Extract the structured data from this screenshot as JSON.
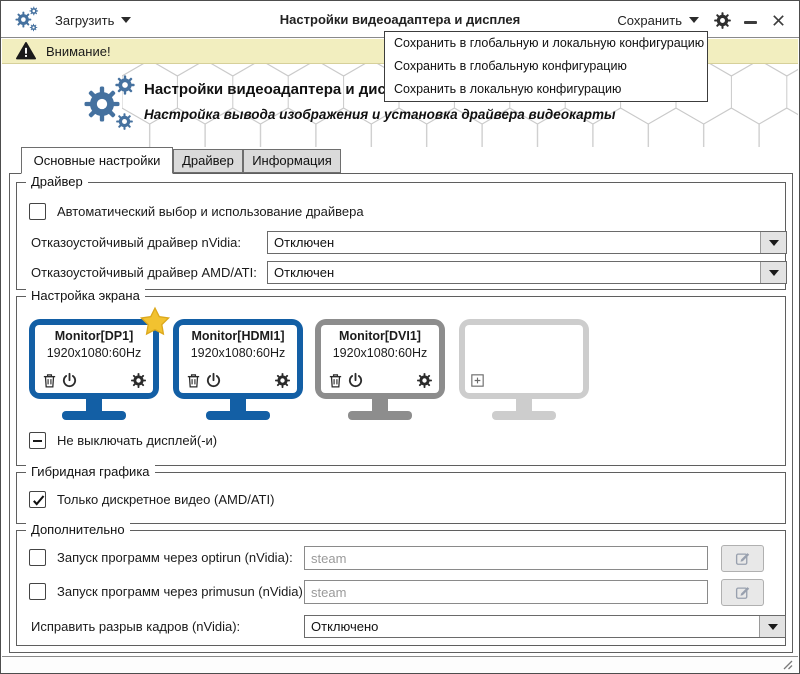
{
  "window": {
    "title": "Настройки видеоадаптера и дисплея"
  },
  "titlebar": {
    "load_label": "Загрузить",
    "save_label": "Сохранить"
  },
  "save_menu": {
    "items": [
      "Сохранить в глобальную и локальную конфигурацию",
      "Сохранить в глобальную конфигурацию",
      "Сохранить в локальную конфигурацию"
    ]
  },
  "banner": {
    "text": "Внимание!"
  },
  "header": {
    "title": "Настройки видеоадаптера и дисплея",
    "subtitle": "Настройка вывода изображения и установка драйвера видеокарты"
  },
  "tabs": [
    {
      "label": "Основные настройки",
      "active": true
    },
    {
      "label": "Драйвер",
      "active": false
    },
    {
      "label": "Информация",
      "active": false
    }
  ],
  "driver_group": {
    "legend": "Драйвер",
    "auto_checkbox_label": "Автоматический выбор и использование драйвера",
    "auto_checkbox_checked": false,
    "nvidia_label": "Отказоустойчивый драйвер nVidia:",
    "nvidia_value": "Отключен",
    "amd_label": "Отказоустойчивый драйвер AMD/ATI:",
    "amd_value": "Отключен"
  },
  "screen_group": {
    "legend": "Настройка экрана",
    "monitors": [
      {
        "name": "Monitor[DP1]",
        "resolution": "1920x1080:60Hz",
        "state": "active",
        "primary": true
      },
      {
        "name": "Monitor[HDMI1]",
        "resolution": "1920x1080:60Hz",
        "state": "active",
        "primary": false
      },
      {
        "name": "Monitor[DVI1]",
        "resolution": "1920x1080:60Hz",
        "state": "connected",
        "primary": false
      },
      {
        "name": "",
        "resolution": "",
        "state": "empty",
        "primary": false
      }
    ],
    "keep_on_label": "Не выключать дисплей(-и)",
    "keep_on_state": "indeterminate"
  },
  "hybrid_group": {
    "legend": "Гибридная графика",
    "discrete_label": "Только дискретное видео (AMD/ATI)",
    "discrete_checked": true
  },
  "extra_group": {
    "legend": "Дополнительно",
    "optirun_label": "Запуск программ через optirun (nVidia):",
    "optirun_placeholder": "steam",
    "optirun_checked": false,
    "primusun_label": "Запуск программ через primusun (nVidia):",
    "primusun_placeholder": "steam",
    "primusun_checked": false,
    "tearfix_label": "Исправить разрыв кадров (nVidia):",
    "tearfix_value": "Отключено"
  },
  "colors": {
    "accent_blue": "#135fa5",
    "logo_blue": "#45719f",
    "banner_yellow": "#f2eebf",
    "star_gold": "#f2c230",
    "inactive_tab": "#dadada",
    "monitor_gray": "#8d8d8d",
    "monitor_ghost": "#cdcdcd"
  }
}
